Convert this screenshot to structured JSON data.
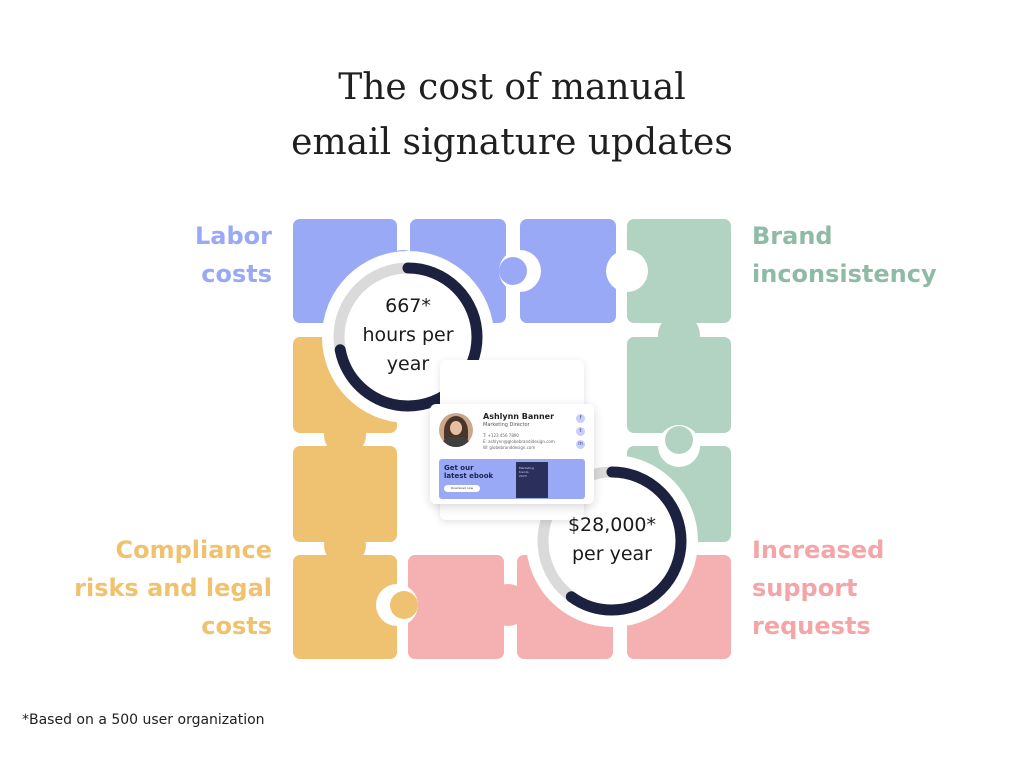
{
  "title": {
    "line1": "The cost of manual",
    "line2": "email signature updates"
  },
  "labels": {
    "labor": [
      "Labor",
      "costs"
    ],
    "brand": [
      "Brand",
      "inconsistency"
    ],
    "compliance": [
      "Compliance",
      "risks and legal",
      "costs"
    ],
    "support": [
      "Increased",
      "support",
      "requests"
    ]
  },
  "metrics": {
    "hours": {
      "line1": "667*",
      "line2": "hours per",
      "line3": "year",
      "fill_fraction": 0.72
    },
    "cost": {
      "line1": "$28,000*",
      "line2": "per year",
      "fill_fraction": 0.6
    }
  },
  "signature": {
    "name": "Ashlynn Banner",
    "role": "Marketing Director",
    "contact": [
      "T: +123 456 7890",
      "E: ashlynn@globebrandidesign.com",
      "W: globebranddesign.com"
    ],
    "social": [
      "f",
      "t",
      "in"
    ],
    "banner_text": [
      "Get our",
      "latest ebook"
    ],
    "banner_button": "Download now",
    "ebook_text": [
      "Marketing",
      "trends",
      "2023"
    ]
  },
  "footnote": "*Based on a 500 user organization",
  "colors": {
    "blue": "#9aa9f5",
    "green": "#b2d3c2",
    "yellow": "#efc272",
    "pink": "#f5b0b2",
    "ring_track": "#dadada",
    "ring_fill": "#1c2140"
  }
}
